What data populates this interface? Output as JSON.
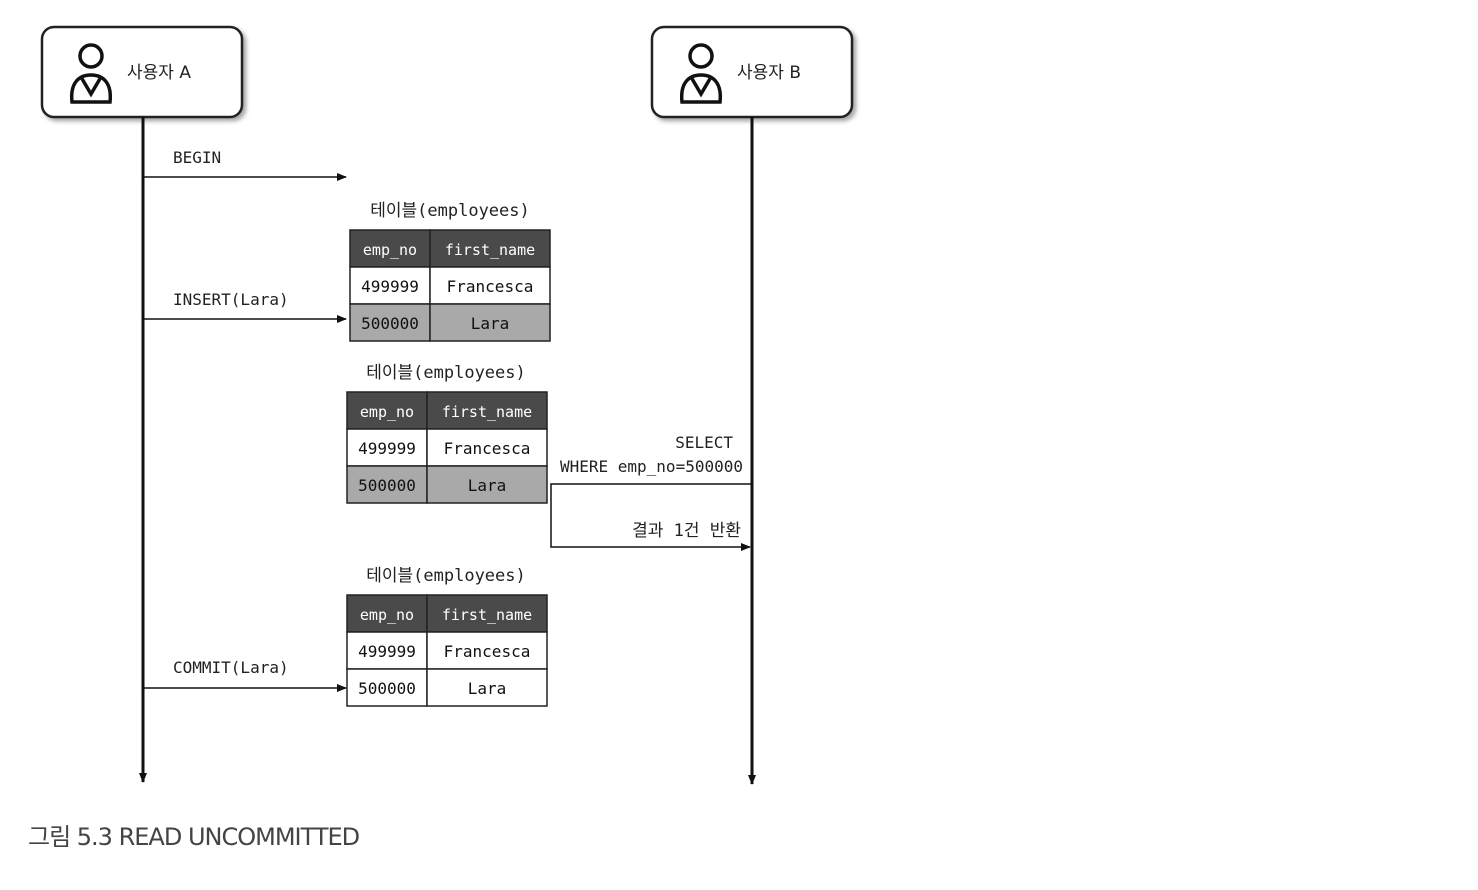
{
  "actors": [
    {
      "id": "a",
      "label": "사용자 A",
      "icon": "user-icon"
    },
    {
      "id": "b",
      "label": "사용자 B",
      "icon": "user-icon"
    }
  ],
  "messages": {
    "begin": "BEGIN",
    "insert": "INSERT(Lara)",
    "select_line1": "SELECT",
    "select_line2": "WHERE emp_no=500000",
    "result": "결과 1건 반환",
    "commit": "COMMIT(Lara)"
  },
  "table_title": "테이블(employees)",
  "columns": [
    "emp_no",
    "first_name"
  ],
  "tables": [
    {
      "rows": [
        [
          "499999",
          "Francesca",
          false
        ],
        [
          "500000",
          "Lara",
          true
        ]
      ]
    },
    {
      "rows": [
        [
          "499999",
          "Francesca",
          false
        ],
        [
          "500000",
          "Lara",
          true
        ]
      ]
    },
    {
      "rows": [
        [
          "499999",
          "Francesca",
          false
        ],
        [
          "500000",
          "Lara",
          false
        ]
      ]
    }
  ],
  "caption": "그림 5.3 READ UNCOMMITTED",
  "colors": {
    "header_bg": "#4a4a4a",
    "header_text": "#ffffff",
    "uncommitted_row": "#a9a9a9",
    "line": "#111111"
  }
}
